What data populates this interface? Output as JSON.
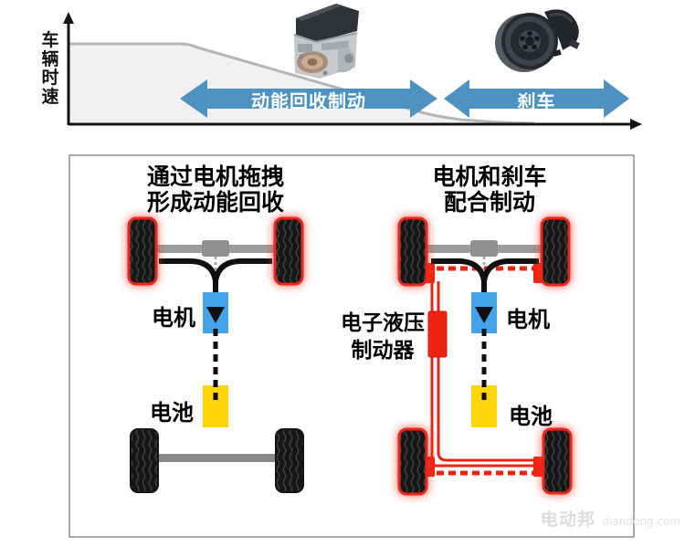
{
  "chart": {
    "y_axis_label": "车辆时速",
    "phases": [
      {
        "label": "动能回收制动"
      },
      {
        "label": "刹车"
      }
    ]
  },
  "panels": {
    "left": {
      "title_line1": "通过电机拖拽",
      "title_line2": "形成动能回收",
      "motor": "电机",
      "battery": "电池"
    },
    "right": {
      "title_line1": "电机和刹车",
      "title_line2": "配合制动",
      "motor": "电机",
      "battery": "电池",
      "ehb_line1": "电子液压",
      "ehb_line2": "制动器"
    }
  },
  "watermark": {
    "brand": "电动邦",
    "site": "diandong.com"
  },
  "colors": {
    "arrow_blue": "#4d92c1",
    "motor_blue": "#42a3e8",
    "battery_yellow": "#ffd60b",
    "brake_red": "#ee2413",
    "curve_gray": "#b5b5b5"
  }
}
